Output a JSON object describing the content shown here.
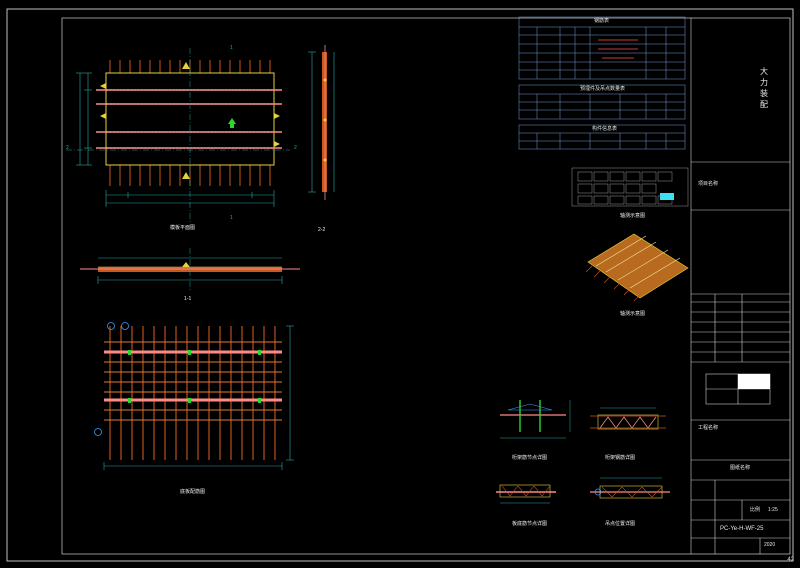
{
  "captions": {
    "plan_top": "模板平面图",
    "section_1_1": "1-1",
    "section_2_2": "2-2",
    "plan_bottom": "底板配筋图",
    "iso": "轴测示意图",
    "detail_1": "桁架筋节点详图",
    "detail_2": "桁架钢筋详图",
    "detail_3": "板底筋节点详图",
    "detail_4": "吊点位置详图"
  },
  "section_marks": {
    "one": "1",
    "two": "2"
  },
  "tables": {
    "rebar": {
      "title": "钢筋表"
    },
    "embedded": {
      "title": "预埋件及吊点数量表"
    },
    "component": {
      "title": "构件信息表"
    }
  },
  "title_block": {
    "company": "大力装配",
    "stamp_label": "工程名称",
    "project_label": "项目名称",
    "drawing_name_label": "图纸名称",
    "drawing_no": "PC-Ye-H-WF-25",
    "scale_label": "比例",
    "scale_value": "1:25",
    "date_value": "2020",
    "page_no": "42"
  }
}
